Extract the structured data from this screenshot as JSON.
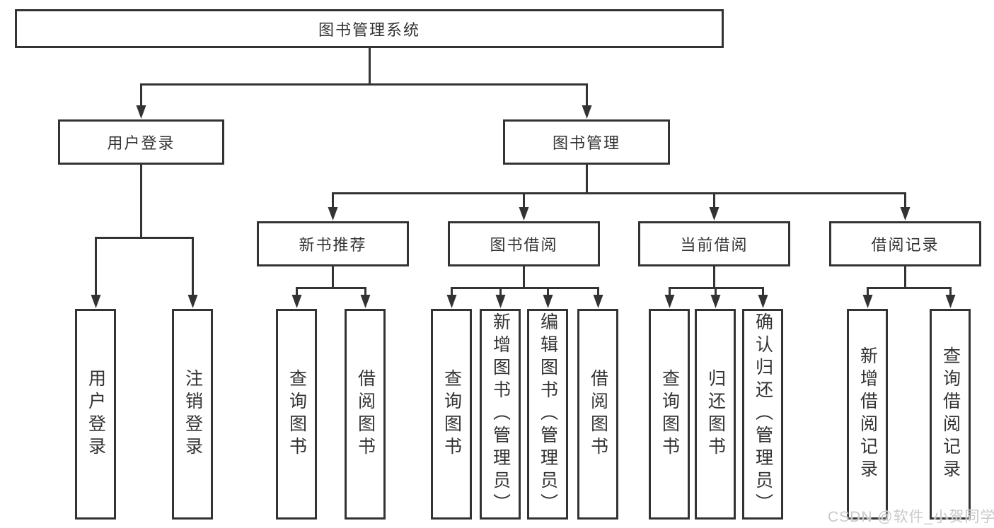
{
  "diagram": {
    "root": {
      "label": "图书管理系统"
    },
    "level2": {
      "user_login": {
        "label": "用户登录"
      },
      "book_mgmt": {
        "label": "图书管理"
      }
    },
    "level3": {
      "new_book": {
        "label": "新书推荐"
      },
      "borrow": {
        "label": "图书借阅"
      },
      "current": {
        "label": "当前借阅"
      },
      "records": {
        "label": "借阅记录"
      }
    },
    "leaves": {
      "user_login": [
        "用户登录",
        "注销登录"
      ],
      "new_book": [
        "查询图书",
        "借阅图书"
      ],
      "borrow": [
        "查询图书",
        "新增图书（管理员）",
        "编辑图书（管理员）",
        "借阅图书"
      ],
      "current": [
        "查询图书",
        "归还图书",
        "确认归还（管理员）"
      ],
      "records": [
        "新增借阅记录",
        "查询借阅记录"
      ]
    }
  },
  "watermark": {
    "text": "CSDN @软件_小贺同学"
  },
  "colors": {
    "line": "#333333",
    "text": "#333333",
    "background": "#ffffff",
    "watermark": "#c9c9c9"
  }
}
